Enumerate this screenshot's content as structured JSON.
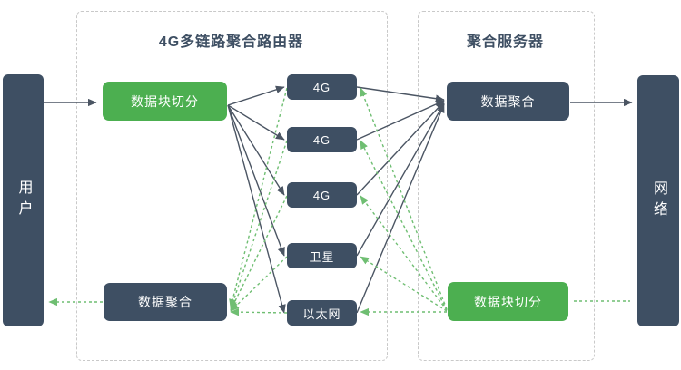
{
  "diagram": {
    "title_router": "4G多链路聚合路由器",
    "title_server": "聚合服务器",
    "user_label": "用户",
    "network_label": "网络",
    "router_split_label": "数据块切分",
    "router_merge_label": "数据聚合",
    "server_merge_label": "数据聚合",
    "server_split_label": "数据块切分",
    "links": [
      {
        "label": "4G"
      },
      {
        "label": "4G"
      },
      {
        "label": "4G"
      },
      {
        "label": "卫星"
      },
      {
        "label": "以太网"
      }
    ],
    "colors": {
      "node_dark": "#3e4f63",
      "node_green": "#4caf50",
      "solid_line": "#4b5563",
      "dashed_line": "#6fbe72",
      "container_border": "#c9c9c9"
    }
  }
}
